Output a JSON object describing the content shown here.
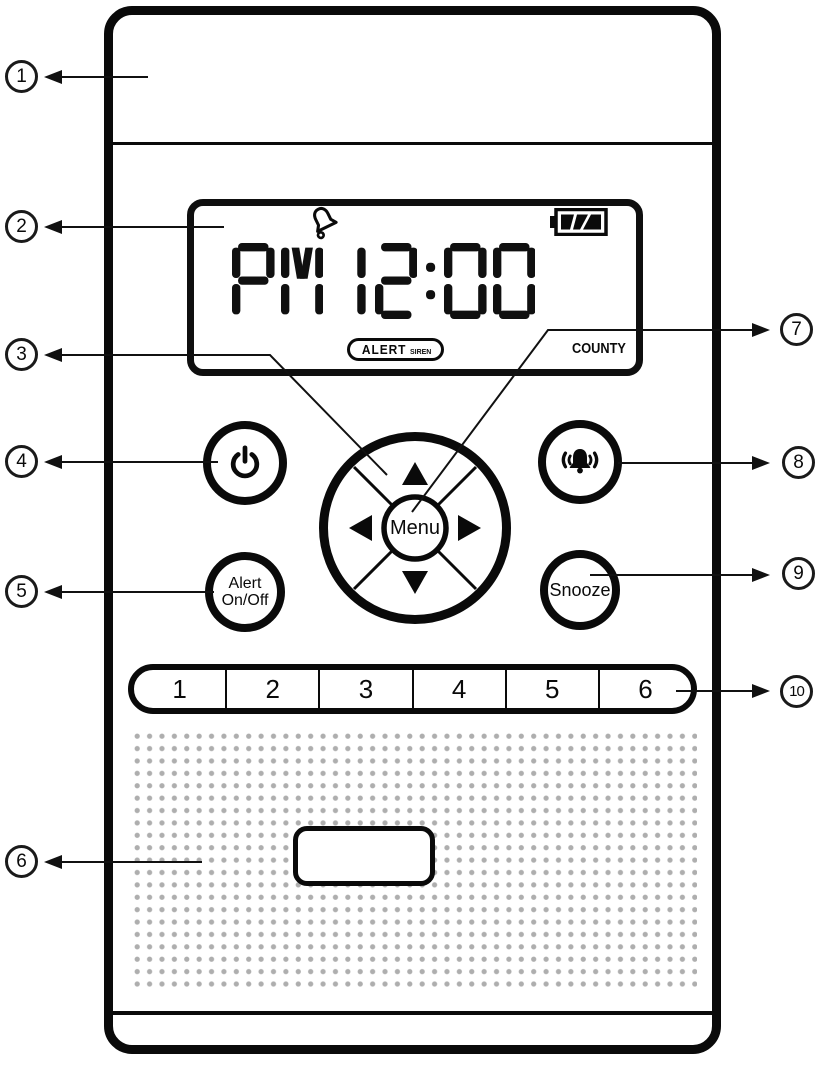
{
  "display": {
    "time": "PM 12:00",
    "alert_label": "ALERT",
    "alert_mode_label": "SIREN",
    "location_label": "COUNTY",
    "bell_icon": "alarm-bell-icon",
    "battery_icon": "battery-level-icon"
  },
  "buttons": {
    "power_icon": "power-icon",
    "menu_label": "Menu",
    "alert_onoff_line1": "Alert",
    "alert_onoff_line2": "On/Off",
    "alarm_icon": "ringing-bell-icon",
    "snooze_label": "Snooze",
    "presets": [
      "1",
      "2",
      "3",
      "4",
      "5",
      "6"
    ]
  },
  "callouts": {
    "c1": "1",
    "c2": "2",
    "c3": "3",
    "c4": "4",
    "c5": "5",
    "c6": "6",
    "c7": "7",
    "c8": "8",
    "c9": "9",
    "c10": "10"
  }
}
